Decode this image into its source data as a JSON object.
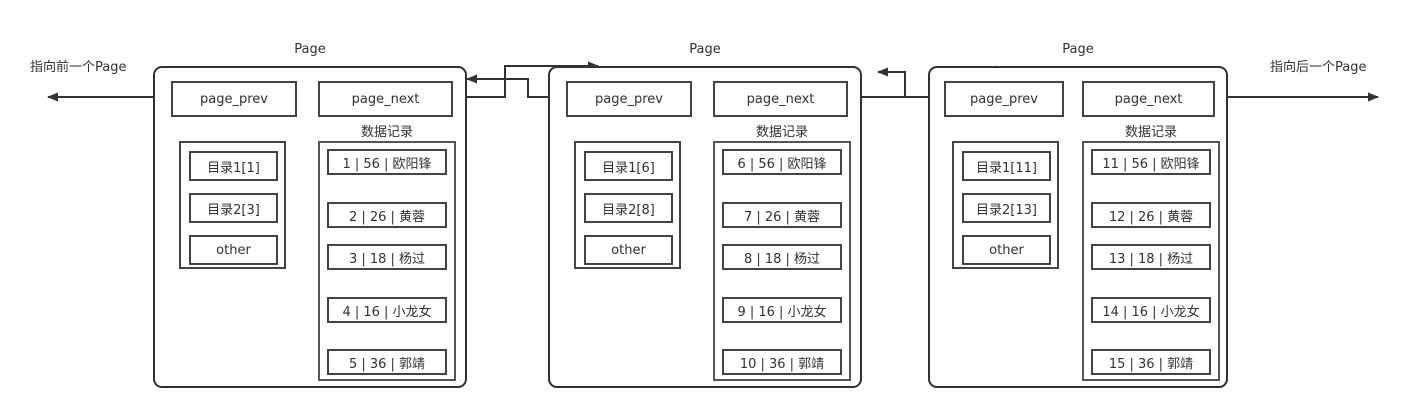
{
  "diagram": {
    "title": "",
    "colors": {
      "stroke": "#333333",
      "box_stroke": "#444444",
      "group_stroke": "#555555",
      "background": "#ffffff",
      "text": "#333333"
    },
    "edge_labels": {
      "left": "指向前一个Page",
      "right": "指向后一个Page"
    },
    "page_label": "Page",
    "records_group_label": "数据记录",
    "pointer_labels": {
      "prev": "page_prev",
      "next": "page_next"
    },
    "other_label": "other",
    "pages": [
      {
        "title": "Page",
        "prev_label": "page_prev",
        "next_label": "page_next",
        "directory": {
          "items": [
            "目录1[1]",
            "目录2[3]",
            "other"
          ]
        },
        "records_title": "数据记录",
        "records": [
          "1 | 56 | 欧阳锋",
          "2 | 26 | 黄蓉",
          "3 | 18 | 杨过",
          "4 | 16 | 小龙女",
          "5 | 36 | 郭靖"
        ]
      },
      {
        "title": "Page",
        "prev_label": "page_prev",
        "next_label": "page_next",
        "directory": {
          "items": [
            "目录1[6]",
            "目录2[8]",
            "other"
          ]
        },
        "records_title": "数据记录",
        "records": [
          "6 | 56 | 欧阳锋",
          "7 | 26 | 黄蓉",
          "8 | 18 | 杨过",
          "9 | 16 | 小龙女",
          "10 | 36 | 郭靖"
        ]
      },
      {
        "title": "Page",
        "prev_label": "page_prev",
        "next_label": "page_next",
        "directory": {
          "items": [
            "目录1[11]",
            "目录2[13]",
            "other"
          ]
        },
        "records_title": "数据记录",
        "records": [
          "11 | 56 | 欧阳锋",
          "12 | 26 | 黄蓉",
          "13 | 18 | 杨过",
          "14 | 16 | 小龙女",
          "15 | 36 | 郭靖"
        ]
      }
    ]
  }
}
